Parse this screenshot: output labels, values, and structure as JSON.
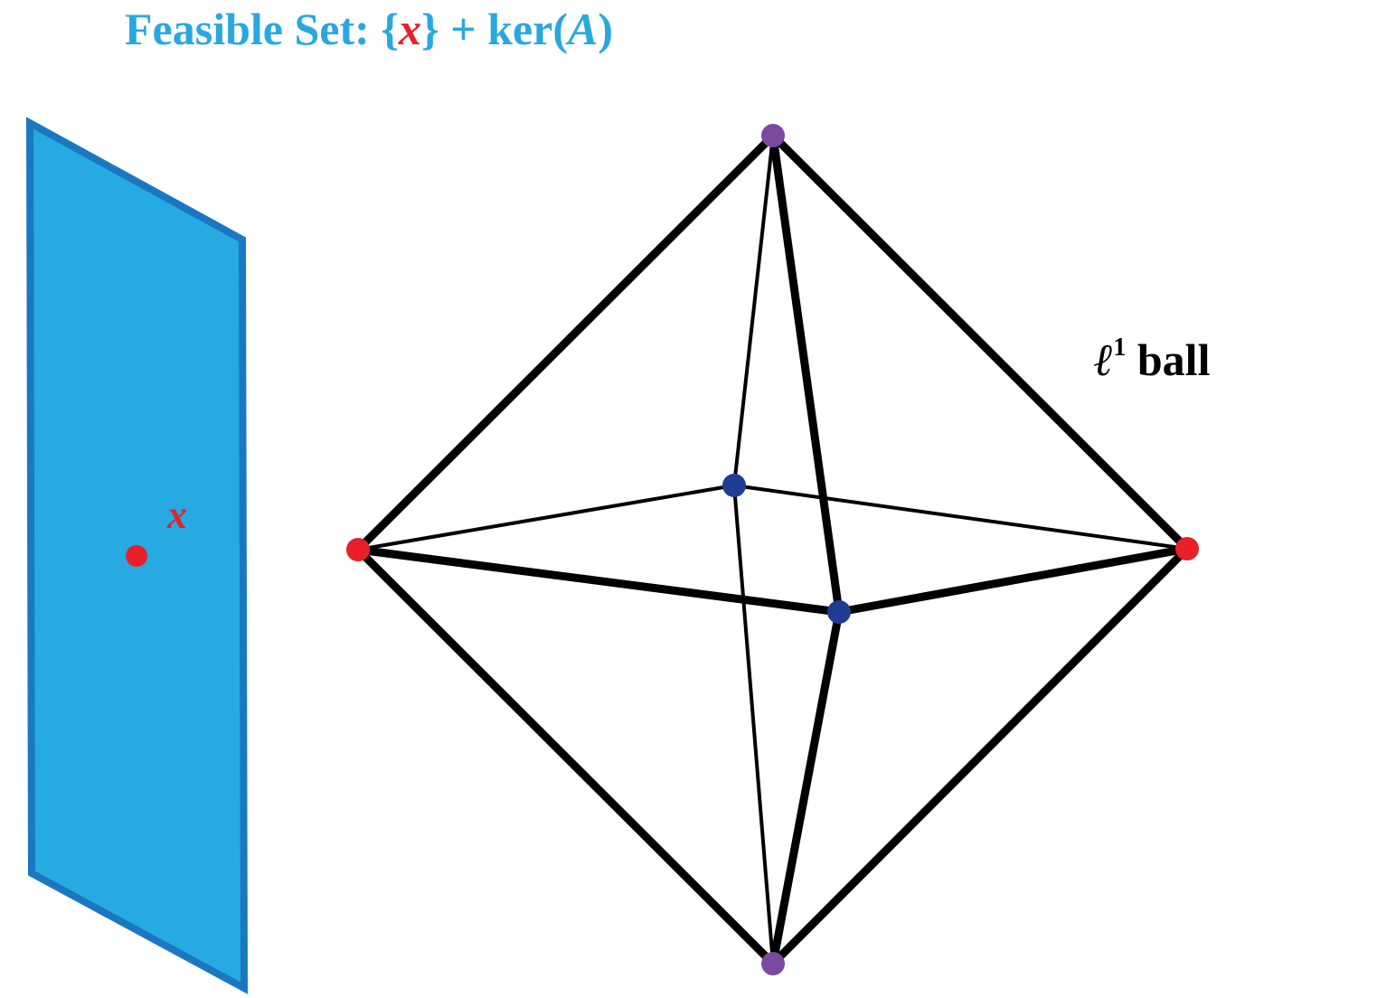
{
  "title": {
    "prefix": "Feasible Set: ",
    "open_brace": "{",
    "x": "x",
    "close_brace": "}",
    "plus_ker": " + ker(",
    "A": "A",
    "close_paren": ")"
  },
  "point_label": "x",
  "ball_label": {
    "ell": "ℓ",
    "superscript": "1",
    "text": " ball"
  },
  "colors": {
    "title": "#29a8e0",
    "title_x": "#e8202a",
    "plane_fill": "#27a9e1",
    "plane_edge": "#1a78c2",
    "point": "#e8202a",
    "vertex_horizontal": "#e8202a",
    "vertex_vertical": "#7b4a9e",
    "vertex_depth": "#1f3c94",
    "edges": "#000000",
    "label": "#000000"
  }
}
